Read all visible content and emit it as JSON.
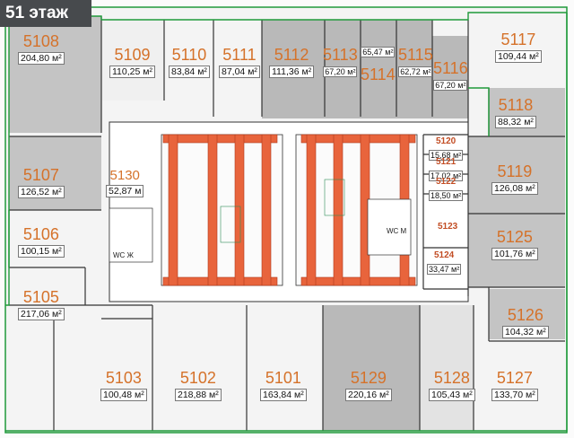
{
  "floor": {
    "label": "51 этаж"
  },
  "units": [
    {
      "id": "5108",
      "area": "204,80 м²"
    },
    {
      "id": "5109",
      "area": "110,25 м²"
    },
    {
      "id": "5110",
      "area": "83,84 м²"
    },
    {
      "id": "5111",
      "area": "87,04 м²"
    },
    {
      "id": "5112",
      "area": "111,36 м²"
    },
    {
      "id": "5113",
      "area": "67,20 м²"
    },
    {
      "id": "5114",
      "area": "65,47 м²"
    },
    {
      "id": "5115",
      "area": "62,72 м²"
    },
    {
      "id": "5116",
      "area": "67,20 м²"
    },
    {
      "id": "5117",
      "area": "109,44 м²"
    },
    {
      "id": "5118",
      "area": "88,32 м²"
    },
    {
      "id": "5107",
      "area": "126,52 м²"
    },
    {
      "id": "5130",
      "area": "52,87 м"
    },
    {
      "id": "5119",
      "area": "126,08 м²"
    },
    {
      "id": "5120",
      "area": "15,68 м²"
    },
    {
      "id": "5121",
      "area": "17,02 м²"
    },
    {
      "id": "5122",
      "area": "18,50 м²"
    },
    {
      "id": "5123",
      "area": ""
    },
    {
      "id": "5124",
      "area": "33,47 м²"
    },
    {
      "id": "5106",
      "area": "100,15 м²"
    },
    {
      "id": "5125",
      "area": "101,76 м²"
    },
    {
      "id": "5105",
      "area": "217,06 м²"
    },
    {
      "id": "5126",
      "area": "104,32 м²"
    },
    {
      "id": "5103",
      "area": "100,48 м²"
    },
    {
      "id": "5102",
      "area": "218,88 м²"
    },
    {
      "id": "5101",
      "area": "163,84 м²"
    },
    {
      "id": "5129",
      "area": "220,16 м²"
    },
    {
      "id": "5128",
      "area": "105,43 м²"
    },
    {
      "id": "5127",
      "area": "133,70 м²"
    }
  ],
  "restrooms": {
    "women": "WC Ж",
    "men": "WC М"
  },
  "colors": {
    "outline": "#1f9a3a",
    "wall": "#333333",
    "core_column": "#e8643c",
    "shaded_unit": "#b7b7b7",
    "corridor": "#ffffff",
    "label": "#d5722a"
  }
}
